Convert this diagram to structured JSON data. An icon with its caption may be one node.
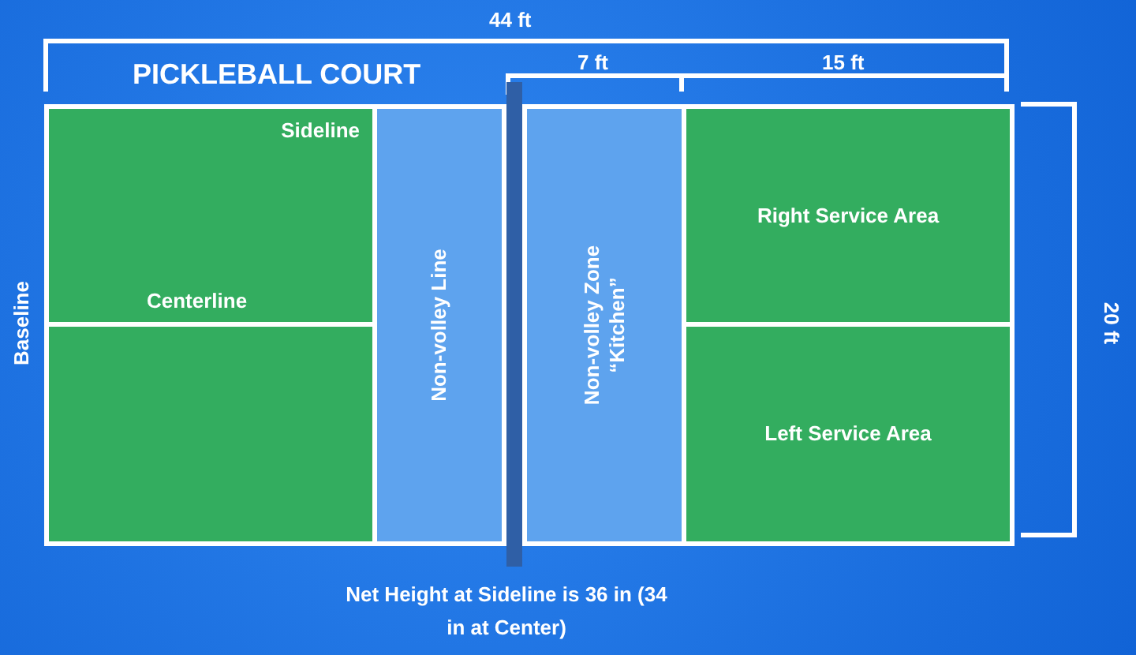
{
  "diagram": {
    "title": "PICKLEBALL COURT",
    "nodes": [
      {
        "text": [
          "Sideline",
          "Centerline"
        ]
      },
      {
        "text": [],
        "shape": "box"
      },
      {
        "text": [
          "Non-volley Line"
        ]
      },
      {
        "text": [
          "Non-volley Zone “Kitchen”"
        ]
      },
      {
        "text": [
          "Right Service Area"
        ]
      },
      {
        "text": [
          "Left Service Area"
        ]
      }
    ],
    "labels": [
      "44 ft",
      "7 ft",
      "15 ft",
      "Baseline",
      "20 ft"
    ],
    "caption": "Net Height at Sideline is 36 in (34 in at Center)"
  }
}
